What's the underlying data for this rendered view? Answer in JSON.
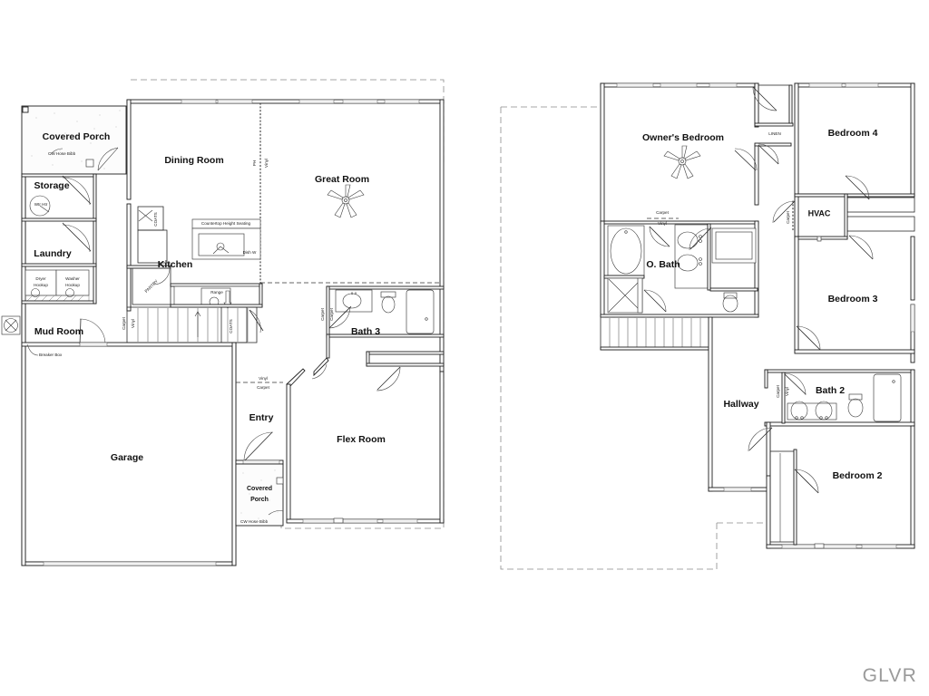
{
  "document": {
    "type": "residential-floor-plan",
    "watermark": "GLVR",
    "watermark_color": "#9a9a9a",
    "background_color": "#ffffff",
    "line_color": "#1d1d1d"
  },
  "floors": [
    {
      "id": "first-floor",
      "name": "First Floor",
      "rooms": [
        {
          "key": "covered_porch_front",
          "label": "Covered Porch",
          "size": "lg"
        },
        {
          "key": "storage",
          "label": "Storage",
          "size": "lg"
        },
        {
          "key": "laundry",
          "label": "Laundry",
          "size": "lg"
        },
        {
          "key": "mud_room",
          "label": "Mud Room",
          "size": "lg"
        },
        {
          "key": "garage",
          "label": "Garage",
          "size": "lg"
        },
        {
          "key": "dining_room",
          "label": "Dining Room",
          "size": "lg"
        },
        {
          "key": "kitchen",
          "label": "Kitchen",
          "size": "lg"
        },
        {
          "key": "great_room",
          "label": "Great Room",
          "size": "lg"
        },
        {
          "key": "bath_3",
          "label": "Bath 3",
          "size": "lg"
        },
        {
          "key": "entry",
          "label": "Entry",
          "size": "lg"
        },
        {
          "key": "flex_room",
          "label": "Flex Room",
          "size": "lg"
        },
        {
          "key": "covered_porch_side",
          "label": "Covered",
          "label2": "Porch",
          "size": "lg"
        }
      ],
      "annotations": [
        {
          "key": "cw_hose_bibb_1",
          "label": "CW Hose Bibb"
        },
        {
          "key": "cw_hose_bibb_2",
          "label": "CW Hose Bibb"
        },
        {
          "key": "water_heater",
          "label": "Wtr Htr"
        },
        {
          "key": "dryer_hookup",
          "label": "Dryer",
          "label2": "Hookup"
        },
        {
          "key": "washer_hookup",
          "label": "Washer",
          "label2": "Hookup"
        },
        {
          "key": "breaker_box",
          "label": "Breaker Box"
        },
        {
          "key": "countertop_seating",
          "label": "Countertop Height Seating"
        },
        {
          "key": "dishwasher",
          "label": "Dish W"
        },
        {
          "key": "range",
          "label": "Range"
        },
        {
          "key": "pantry",
          "label": "PANTRY"
        },
        {
          "key": "coats",
          "label": "COATS"
        },
        {
          "key": "powder_half",
          "label": "PH"
        },
        {
          "key": "flooring_vinyl_1",
          "label": "Vinyl"
        },
        {
          "key": "flooring_carpet_1",
          "label": "Carpet"
        },
        {
          "key": "flooring_vinyl_2",
          "label": "Vinyl"
        },
        {
          "key": "flooring_carpet_2",
          "label": "Carpet"
        },
        {
          "key": "flooring_carpet_3",
          "label": "Carpet"
        },
        {
          "key": "flooring_vinyl_3",
          "label": "Vinyl"
        },
        {
          "key": "flooring_carpet_4",
          "label": "Carpet"
        },
        {
          "key": "flooring_vinyl_4",
          "label": "Vinyl"
        }
      ]
    },
    {
      "id": "second-floor",
      "name": "Second Floor",
      "rooms": [
        {
          "key": "owners_bedroom",
          "label": "Owner's Bedroom",
          "size": "lg"
        },
        {
          "key": "owners_bath",
          "label": "O. Bath",
          "size": "lg"
        },
        {
          "key": "bedroom_4",
          "label": "Bedroom 4",
          "size": "lg"
        },
        {
          "key": "bedroom_3",
          "label": "Bedroom 3",
          "size": "lg"
        },
        {
          "key": "bedroom_2",
          "label": "Bedroom 2",
          "size": "lg"
        },
        {
          "key": "bath_2",
          "label": "Bath 2",
          "size": "lg"
        },
        {
          "key": "hvac",
          "label": "HVAC",
          "size": "lg"
        },
        {
          "key": "hallway",
          "label": "Hallway",
          "size": "lg"
        }
      ],
      "annotations": [
        {
          "key": "linen_closet",
          "label": "LINEN"
        },
        {
          "key": "flooring_carpet_o",
          "label": "Carpet"
        },
        {
          "key": "flooring_vinyl_o",
          "label": "Vinyl"
        },
        {
          "key": "flooring_carpet_hvac",
          "label": "Carpet"
        },
        {
          "key": "flooring_carpet_b2",
          "label": "Carpet"
        },
        {
          "key": "flooring_vinyl_b2",
          "label": "Vinyl"
        }
      ]
    }
  ]
}
